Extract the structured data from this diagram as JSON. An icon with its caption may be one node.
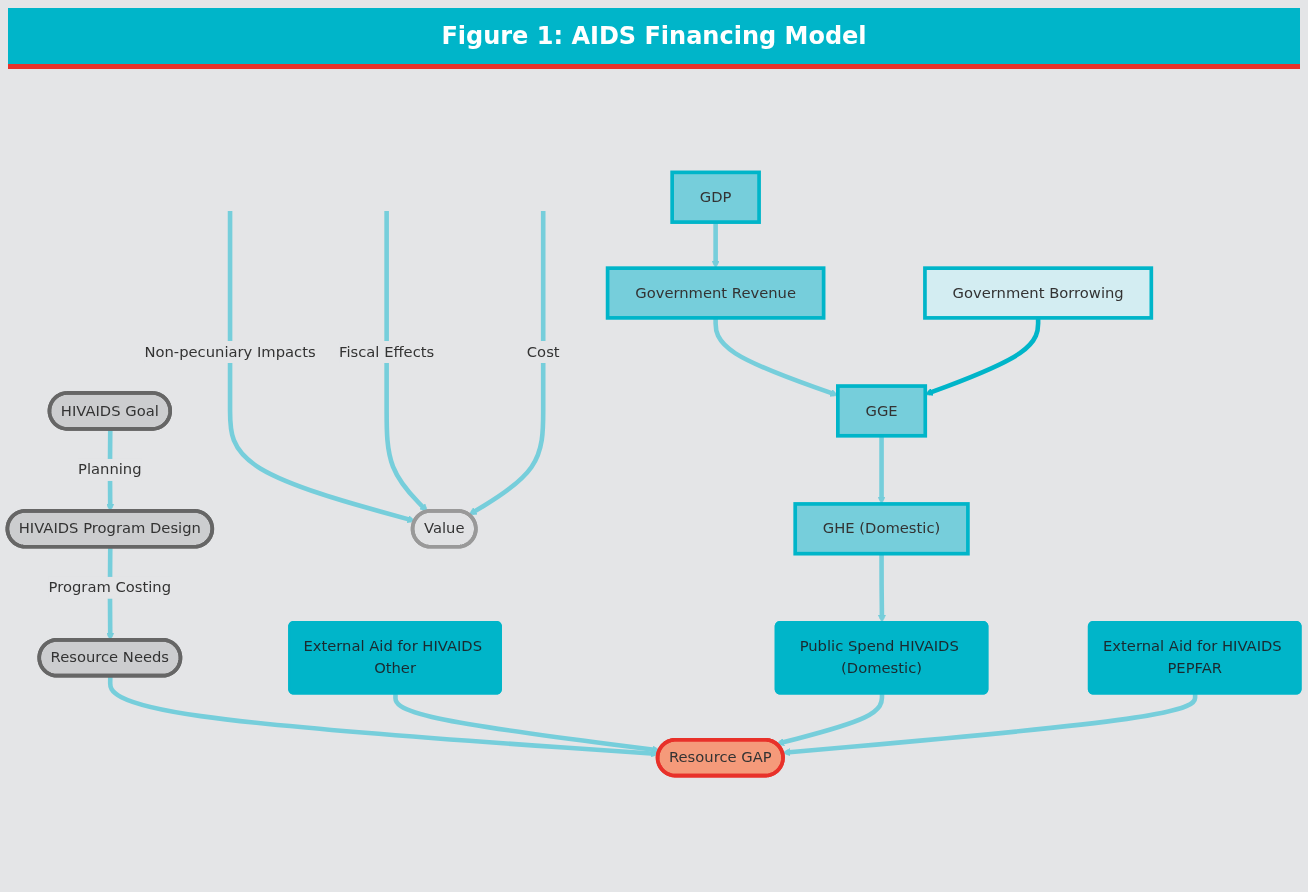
{
  "diagram": {
    "title": "Figure 1: AIDS Financing Model",
    "nodes": [
      {
        "text": [
          "HIVAIDS Goal"
        ]
      },
      {
        "text": [
          "HIVAIDS Program Design"
        ]
      },
      {
        "text": [
          "Value"
        ]
      },
      {
        "text": [
          "Resource Needs"
        ]
      },
      {
        "text": [
          "GDP"
        ]
      },
      {
        "text": [
          "Government Revenue"
        ]
      },
      {
        "text": [
          "Government Borrowing"
        ]
      },
      {
        "text": [
          "Resource GAP"
        ]
      },
      {
        "text": [
          "External Aid for HIVAIDS Other"
        ]
      },
      {
        "text": [
          "GGE"
        ]
      },
      {
        "text": [
          "GHE (Domestic)"
        ]
      },
      {
        "text": [
          "Public Spend HIVAIDS (Domestic)"
        ]
      },
      {
        "text": [
          "External Aid for HIVAIDS PEPFAR"
        ]
      }
    ],
    "edges": [
      {
        "from": 0,
        "to": 1,
        "arrow": "to",
        "label": "Planning"
      },
      {
        "from": null,
        "to": 2,
        "arrow": "to",
        "label": "Non-pecuniary Impacts"
      },
      {
        "from": null,
        "to": 2,
        "arrow": "to",
        "label": "Fiscal Effects"
      },
      {
        "from": null,
        "to": 2,
        "arrow": "to",
        "label": "Cost"
      },
      {
        "from": 1,
        "to": 3,
        "arrow": "to",
        "label": "Program Costing"
      },
      {
        "from": 3,
        "to": 7,
        "arrow": "to"
      },
      {
        "from": 4,
        "to": 5,
        "arrow": "to"
      },
      {
        "from": 5,
        "to": 9,
        "arrow": "to"
      },
      {
        "from": 6,
        "to": 9,
        "arrow": "to",
        "color": "#00b5c9"
      },
      {
        "from": 8,
        "to": 7,
        "arrow": "to"
      },
      {
        "from": 9,
        "to": 10,
        "arrow": "to"
      },
      {
        "from": 10,
        "to": 11,
        "arrow": "to"
      },
      {
        "from": 11,
        "to": 7,
        "arrow": "to"
      },
      {
        "from": 12,
        "to": 7,
        "arrow": "to"
      }
    ]
  }
}
